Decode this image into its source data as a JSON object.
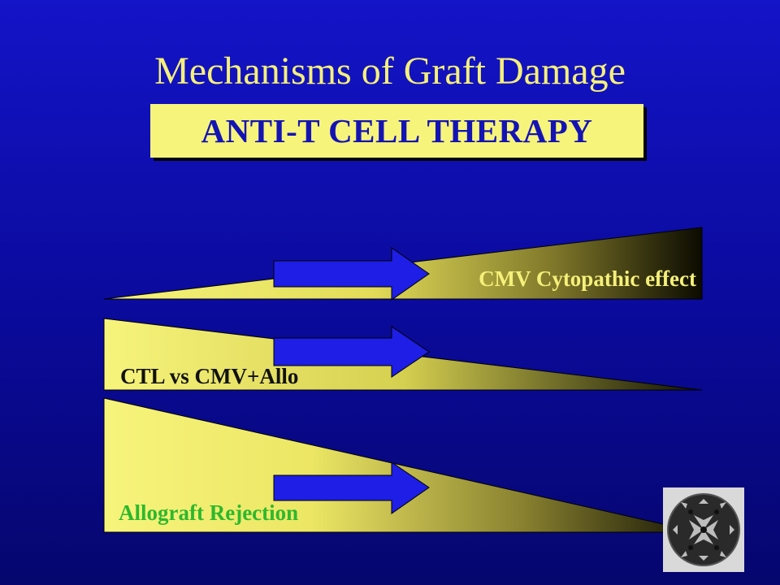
{
  "slide": {
    "title": "Mechanisms of Graft Damage",
    "therapy_label": "ANTI-T CELL THERAPY"
  },
  "wedges": [
    {
      "label": "CMV Cytopathic effect",
      "label_color": "#f5f07a"
    },
    {
      "label": "CTL vs CMV+Allo",
      "label_color": "#111111"
    },
    {
      "label": "Allograft Rejection",
      "label_color": "#2db82d"
    }
  ],
  "colors": {
    "background": "#0a0a9a",
    "title": "#f5f07a",
    "box": "#f7f47c",
    "box_text": "#1414b4",
    "wedge_light": "#f5f07a",
    "wedge_dark": "#0b0b00",
    "arrow": "#1e1ee6"
  },
  "icons": {
    "arrow": "right-block-arrow-icon",
    "image": "escher-circle-limit-image"
  }
}
